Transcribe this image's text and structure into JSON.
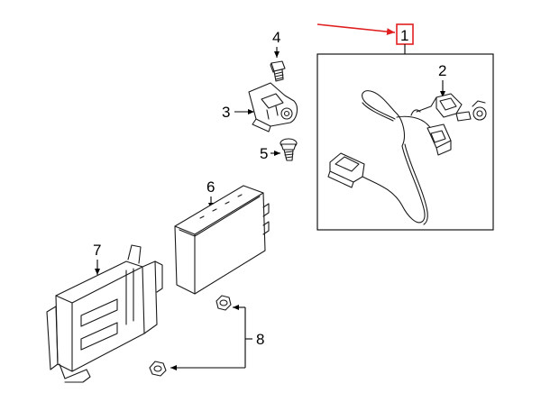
{
  "callouts": {
    "c1": "1",
    "c2": "2",
    "c3": "3",
    "c4": "4",
    "c5": "5",
    "c6": "6",
    "c7": "7",
    "c8": "8"
  },
  "colors": {
    "highlight": "#e02020",
    "line": "#1a1a1a",
    "background": "#ffffff"
  }
}
